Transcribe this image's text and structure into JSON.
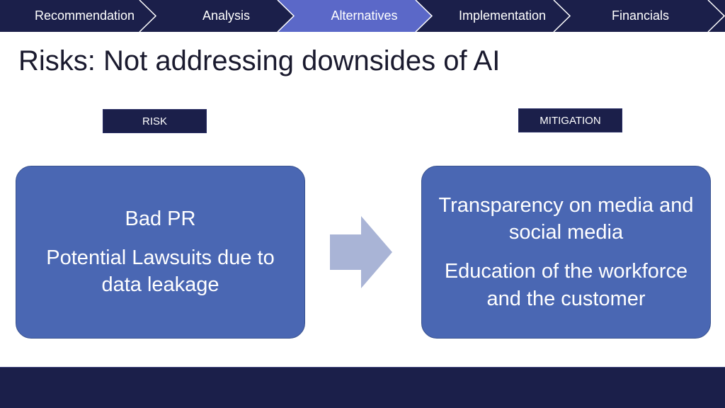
{
  "nav": {
    "items": [
      {
        "label": "Recommendation",
        "active": false
      },
      {
        "label": "Analysis",
        "active": false
      },
      {
        "label": "Alternatives",
        "active": true
      },
      {
        "label": "Implementation",
        "active": false
      },
      {
        "label": "Financials",
        "active": false
      }
    ],
    "colors": {
      "base": "#1b1f4a",
      "active": "#5b68c8",
      "separator": "#ffffff"
    }
  },
  "page": {
    "title": "Risks: Not addressing downsides of AI"
  },
  "columns": {
    "risk": {
      "header": "RISK",
      "lines": [
        "Bad PR",
        "Potential Lawsuits due to data leakage"
      ]
    },
    "mitigation": {
      "header": "MITIGATION",
      "lines": [
        "Transparency on media and social media",
        "Education of the workforce and the customer"
      ]
    }
  },
  "colors": {
    "card": "#4a67b3",
    "arrow": "#a9b4d6",
    "label_box": "#1b1f4a",
    "footer": "#1b1f4a"
  },
  "icons": {
    "transition": "right-arrow-icon"
  }
}
